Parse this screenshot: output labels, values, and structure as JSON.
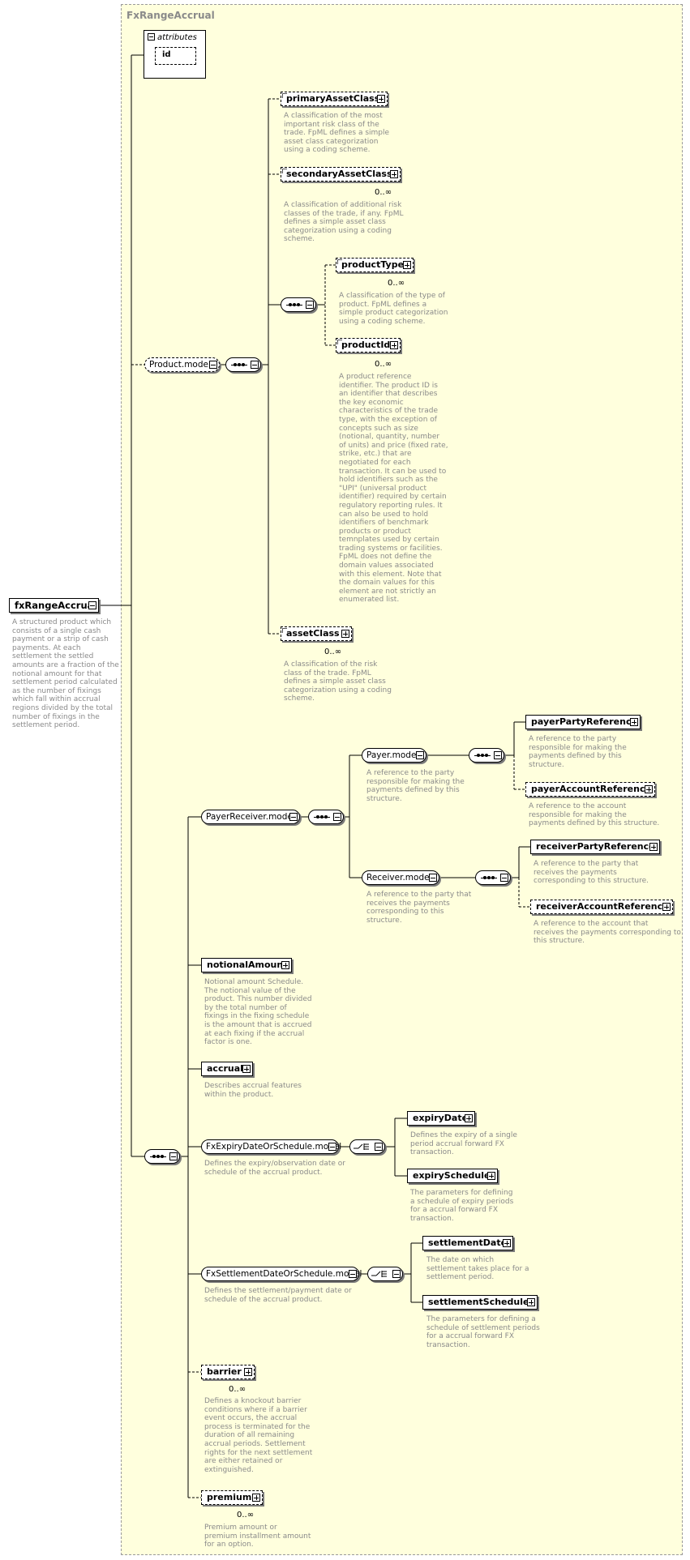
{
  "type_name": "FxRangeAccrual",
  "attributes": {
    "title": "attributes",
    "items": [
      "id"
    ]
  },
  "root": {
    "name": "fxRangeAccrual",
    "description": "A structured product which\nconsists of a single cash\npayment or a strip of cash\npayments. At each\nsettlement the settled\namounts are a fraction of the\nnotional amount for that\nsettlement period calculated\nas the number of fixings\nwhich fall within accrual\nregions divided by the total\nnumber of fixings in the\nsettlement period."
  },
  "product_model": {
    "name": "Product.model",
    "primaryAssetClass": {
      "name": "primaryAssetClass",
      "description": "A classification of the most\nimportant risk class of the\ntrade. FpML defines a simple\nasset class categorization\nusing a coding scheme."
    },
    "secondaryAssetClass": {
      "name": "secondaryAssetClass",
      "cardinality": "0..∞",
      "description": "A classification of additional risk\nclasses of the trade, if any. FpML\ndefines a simple asset class\ncategorization using a coding\nscheme."
    },
    "productType": {
      "name": "productType",
      "cardinality": "0..∞",
      "description": "A classification of the type of\nproduct. FpML defines a\nsimple product categorization\nusing a coding scheme."
    },
    "productId": {
      "name": "productId",
      "cardinality": "0..∞",
      "description": "A product reference\nidentifier. The product ID is\nan identifier that describes\nthe key economic\ncharacteristics of the trade\ntype, with the exception of\nconcepts such as size\n(notional, quantity, number\nof units) and price (fixed rate,\nstrike, etc.) that are\nnegotiated for each\ntransaction. It can be used to\nhold identifiers such as the\n\"UPI\" (universal product\nidentifier) required by certain\nregulatory reporting rules. It\ncan also be used to hold\nidentifiers of benchmark\nproducts or product\ntemnplates used by certain\ntrading systems or facilities.\nFpML does not define the\ndomain values associated\nwith this element. Note that\nthe domain values for this\nelement are not strictly an\nenumerated list."
    },
    "assetClass": {
      "name": "assetClass",
      "cardinality": "0..∞",
      "description": "A classification of the risk\nclass of the trade. FpML\ndefines a simple asset class\ncategorization using a coding\nscheme."
    }
  },
  "payer_receiver": {
    "name": "PayerReceiver.model",
    "payer_model": {
      "name": "Payer.model",
      "description": "A reference to the party\nresponsible for making the\npayments defined by this\nstructure."
    },
    "payerPartyReference": {
      "name": "payerPartyReference",
      "description": "A reference to the party\nresponsible for making the\npayments defined by this\nstructure."
    },
    "payerAccountReference": {
      "name": "payerAccountReference",
      "description": "A reference to the account\nresponsible for making the\npayments defined by this structure."
    },
    "receiver_model": {
      "name": "Receiver.model",
      "description": "A reference to the party that\nreceives the payments\ncorresponding to this\nstructure."
    },
    "receiverPartyReference": {
      "name": "receiverPartyReference",
      "description": "A reference to the party that\nreceives the payments\ncorresponding to this structure."
    },
    "receiverAccountReference": {
      "name": "receiverAccountReference",
      "description": "A reference to the account that\nreceives the payments corresponding to\nthis structure."
    }
  },
  "notionalAmount": {
    "name": "notionalAmount",
    "description": "Notional amount Schedule.\nThe notional value of the\nproduct. This number divided\nby the total number of\nfixings in the fixing schedule\nis the amount that is accrued\nat each fixing if the accrual\nfactor is one."
  },
  "accrual": {
    "name": "accrual",
    "description": "Describes accrual features\nwithin the product."
  },
  "expiry": {
    "name": "FxExpiryDateOrSchedule.model",
    "description": "Defines the expiry/observation date or\nschedule of the accrual product.",
    "expiryDate": {
      "name": "expiryDate",
      "description": "Defines the expiry of a single\nperiod accrual forward FX\ntransaction."
    },
    "expirySchedule": {
      "name": "expirySchedule",
      "description": "The parameters for defining\na schedule of expiry periods\nfor a accrual forward FX\ntransaction."
    }
  },
  "settlement": {
    "name": "FxSettlementDateOrSchedule.model",
    "description": "Defines the settlement/payment date or\nschedule of the accrual product.",
    "settlementDate": {
      "name": "settlementDate",
      "description": "The date on which\nsettlement takes place for a\nsettlement period."
    },
    "settlementSchedule": {
      "name": "settlementSchedule",
      "description": "The parameters for defining a\nschedule of settlement periods\nfor a accrual forward FX\ntransaction."
    }
  },
  "barrier": {
    "name": "barrier",
    "cardinality": "0..∞",
    "description": "Defines a knockout barrier\nconditions where if a barrier\nevent occurs, the accrual\nprocess is terminated for the\nduration of all remaining\naccrual periods. Settlement\nrights for the next settlement\nare either retained or\nextinguished."
  },
  "premium": {
    "name": "premium",
    "cardinality": "0..∞",
    "description": "Premium amount or\npremium installment amount\nfor an option."
  }
}
